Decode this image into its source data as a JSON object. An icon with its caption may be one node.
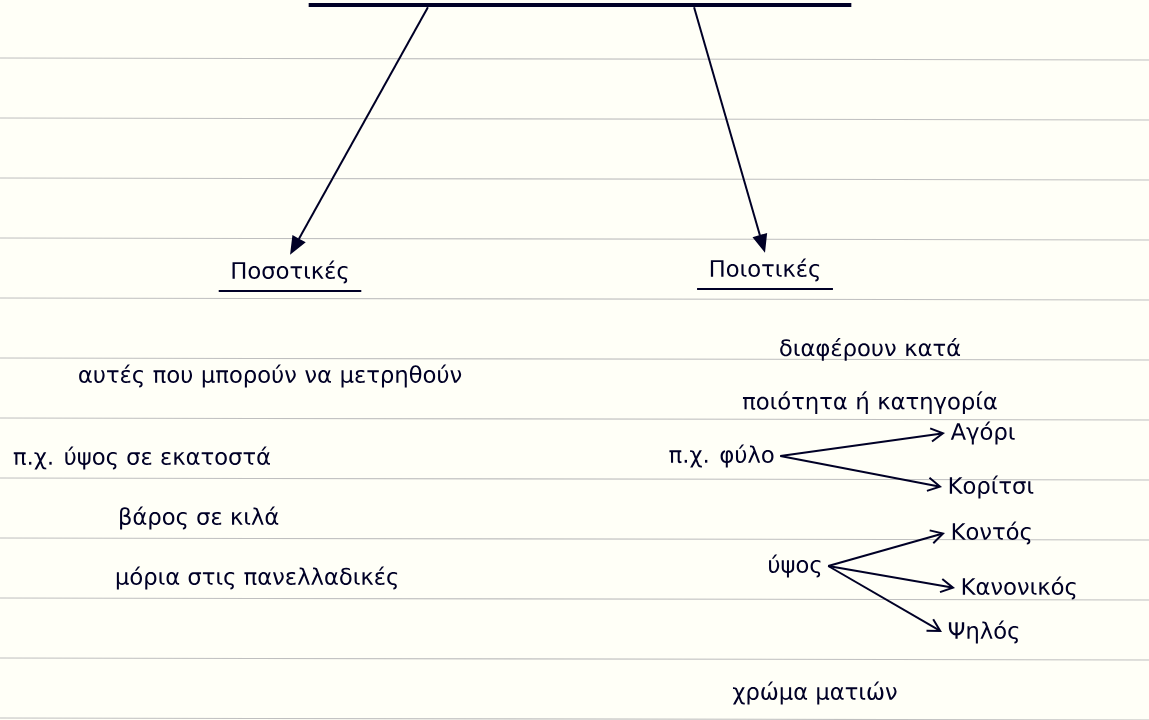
{
  "diagram": {
    "nodes": [
      {
        "text": [],
        "shape": "bar"
      },
      {
        "text": [
          "Ποσοτικές"
        ]
      },
      {
        "text": [
          "Ποιοτικές"
        ]
      },
      {
        "text": [
          "π.χ. φύλο"
        ]
      },
      {
        "text": [
          "Αγόρι"
        ]
      },
      {
        "text": [
          "Κορίτσι"
        ]
      },
      {
        "text": [
          "ύψος"
        ]
      },
      {
        "text": [
          "Κοντός"
        ]
      },
      {
        "text": [
          "Κανονικός"
        ]
      },
      {
        "text": [
          "Ψηλός"
        ]
      }
    ],
    "edges": [
      {
        "from": 0,
        "to": 1,
        "arrow": "to"
      },
      {
        "from": 0,
        "to": 2,
        "arrow": "to"
      },
      {
        "from": 3,
        "to": 4,
        "arrow": "to"
      },
      {
        "from": 3,
        "to": 5,
        "arrow": "to"
      },
      {
        "from": 6,
        "to": 7,
        "arrow": "to"
      },
      {
        "from": 6,
        "to": 8,
        "arrow": "to"
      },
      {
        "from": 6,
        "to": 9,
        "arrow": "to"
      }
    ],
    "labels": [
      "αυτές που μπορούν να μετρηθούν",
      "διαφέρουν κατά ποιότητα ή κατηγορία",
      "π.χ. ύψος σε εκατοστά",
      "βάρος σε κιλά",
      "μόρια στις πανελλαδικές",
      "χρώμα ματιών"
    ]
  }
}
